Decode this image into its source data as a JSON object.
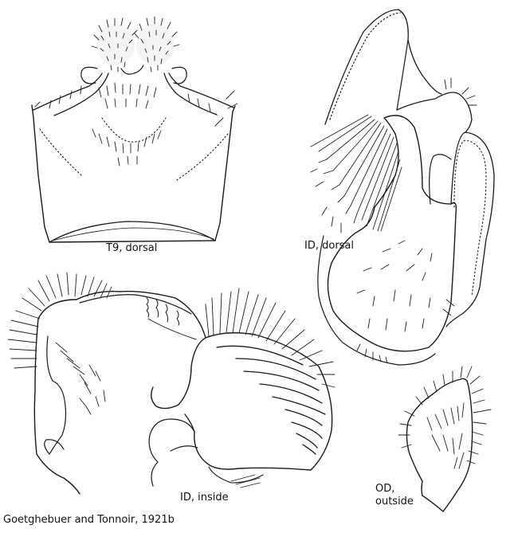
{
  "plate": {
    "figures": [
      {
        "id": "t9-dorsal",
        "label": "T9, dorsal"
      },
      {
        "id": "id-dorsal",
        "label": "ID, dorsal"
      },
      {
        "id": "id-inside",
        "label": "ID, inside"
      },
      {
        "id": "od-outside",
        "label_line1": "OD,",
        "label_line2": "outside"
      }
    ],
    "citation": "Goetghebuer and Tonnoir, 1921b"
  },
  "colors": {
    "ink": "#1a1a1a",
    "background": "#ffffff"
  }
}
